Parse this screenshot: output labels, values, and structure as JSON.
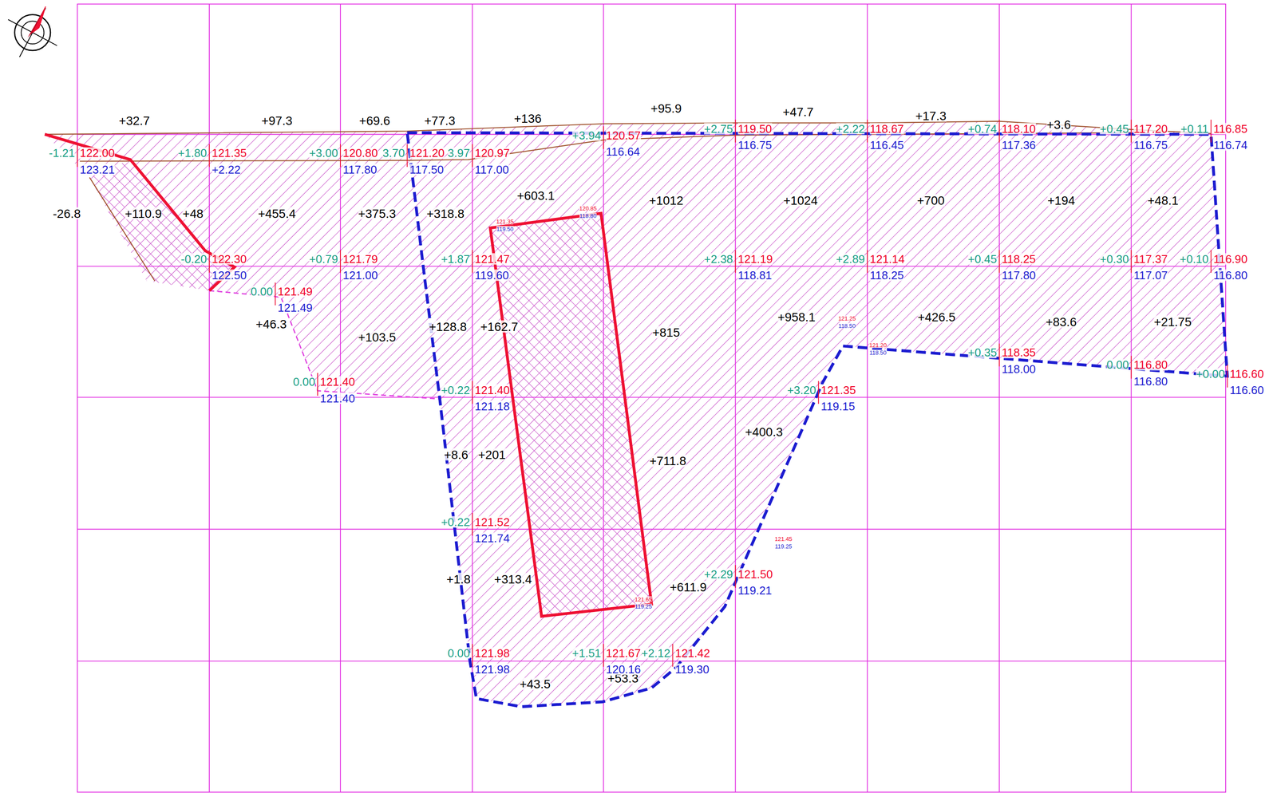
{
  "diagram": {
    "labels": [
      "+32.7",
      "+97.3",
      "+69.6",
      "+77.3",
      "+136",
      "+95.9",
      "+47.7",
      "+17.3",
      "+3.6",
      "-26.8",
      "+110.9",
      "+48",
      "+455.4",
      "+375.3",
      "+318.8",
      "+603.1",
      "+1012",
      "+1024",
      "+700",
      "+194",
      "+48.1",
      "+46.3",
      "+103.5",
      "+128.8",
      "+162.7",
      "+815",
      "+958.1",
      "+426.5",
      "+83.6",
      "+21.75",
      "+8.6",
      "+201",
      "+711.8",
      "+400.3",
      "+1.8",
      "+313.4",
      "+611.9",
      "+43.5",
      "+53.3",
      "-1.21",
      "122.00",
      "123.21",
      "+1.80",
      "121.35",
      "+2.22",
      "+3.00",
      "120.80",
      "117.80",
      "3.70",
      "121.20",
      "117.50",
      "3.97",
      "120.97",
      "117.00",
      "+3.94",
      "120.57",
      "116.64",
      "+2.75",
      "119.50",
      "116.75",
      "+2.22",
      "118.67",
      "116.45",
      "+0.74",
      "118.10",
      "117.36",
      "+0.45",
      "117.20",
      "116.75",
      "+0.11",
      "116.85",
      "116.74",
      "-0.20",
      "122.30",
      "122.50",
      "+0.79",
      "121.79",
      "121.00",
      "+1.87",
      "121.47",
      "119.60",
      "+2.38",
      "121.19",
      "118.81",
      "+2.89",
      "121.14",
      "118.25",
      "+0.45",
      "118.25",
      "117.80",
      "+0.30",
      "117.37",
      "117.07",
      "+0.10",
      "116.90",
      "116.80",
      "0.00",
      "121.49",
      "121.49",
      "0.00",
      "121.40",
      "121.40",
      "+0.22",
      "121.40",
      "121.18",
      "+3.20",
      "121.35",
      "119.15",
      "+0.35",
      "118.35",
      "118.00",
      "0.00",
      "116.80",
      "116.80",
      "+0.00",
      "116.60",
      "116.60",
      "+0.22",
      "121.52",
      "121.74",
      "+2.29",
      "121.50",
      "119.21",
      "0.00",
      "121.98",
      "121.98",
      "+1.51",
      "121.67",
      "120.16",
      "+2.12",
      "121.42",
      "119.30",
      "121.35",
      "119.50",
      "120.85",
      "118.80",
      "121.25",
      "118.50",
      "121.20",
      "118.50",
      "121.45",
      "119.25",
      "121.65",
      "119.25"
    ]
  }
}
